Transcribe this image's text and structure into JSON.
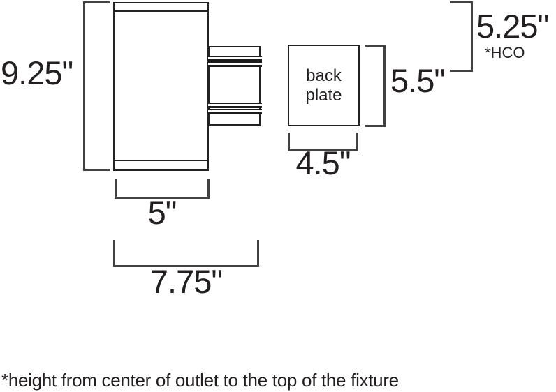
{
  "diagram": {
    "dims": {
      "fixture_height": "9.25\"",
      "fixture_width": "5\"",
      "overall_depth": "7.75\"",
      "backplate_width": "4.5\"",
      "backplate_height": "5.5\"",
      "hco_height": "5.25\"",
      "hco_tag": "*HCO"
    },
    "backplate": {
      "line1": "back",
      "line2": "plate"
    },
    "footnote": "*height from center of outlet to the top of the fixture",
    "colors": {
      "stroke": "#232323",
      "bracket": "#424244",
      "text": "#231f20",
      "background": "#ffffff"
    }
  }
}
